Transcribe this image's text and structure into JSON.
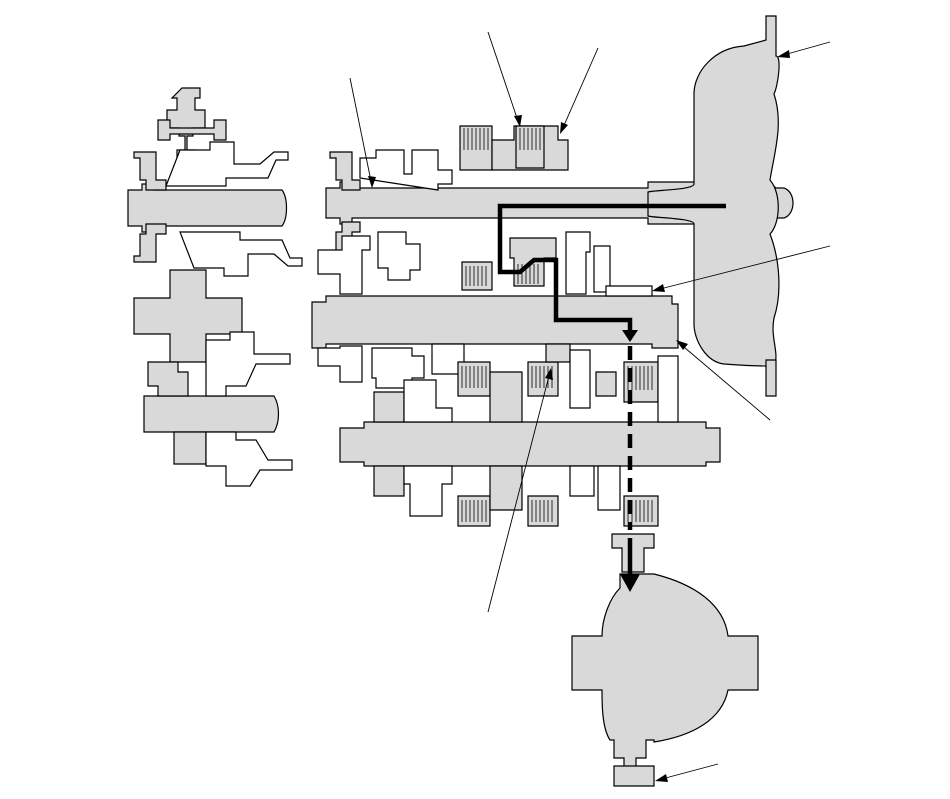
{
  "diagram": {
    "type": "transmission-cross-section",
    "colors": {
      "part_fill": "#d9d9d9",
      "outline": "#000000",
      "background": "#ffffff",
      "power_flow": "#000000"
    },
    "callouts": [
      {
        "id": "mainshaft-leader",
        "label": ""
      },
      {
        "id": "gear-leader-a",
        "label": ""
      },
      {
        "id": "gear-leader-b",
        "label": ""
      },
      {
        "id": "torque-converter-leader",
        "label": ""
      },
      {
        "id": "countershaft-gear-leader",
        "label": ""
      },
      {
        "id": "housing-leader",
        "label": ""
      },
      {
        "id": "secondary-gear-leader",
        "label": ""
      },
      {
        "id": "final-drive-leader",
        "label": ""
      }
    ],
    "power_flow": {
      "solid_segments": 2,
      "dashed_segments": 1,
      "arrow_heads": 2
    }
  }
}
